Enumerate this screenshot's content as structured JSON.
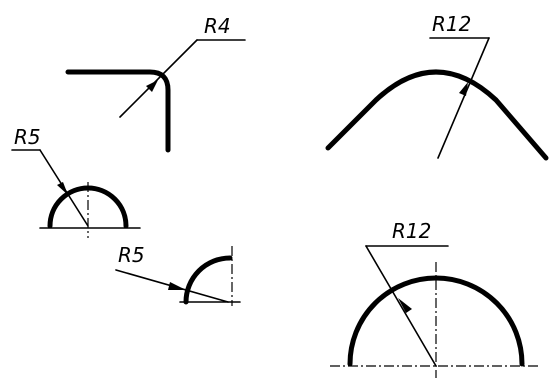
{
  "figures": [
    {
      "id": "corner-fillet",
      "label": "R4"
    },
    {
      "id": "large-arc",
      "label": "R12"
    },
    {
      "id": "small-semicircle",
      "label": "R5"
    },
    {
      "id": "quarter-arc",
      "label": "R5"
    },
    {
      "id": "large-semicircle",
      "label": "R12"
    }
  ]
}
